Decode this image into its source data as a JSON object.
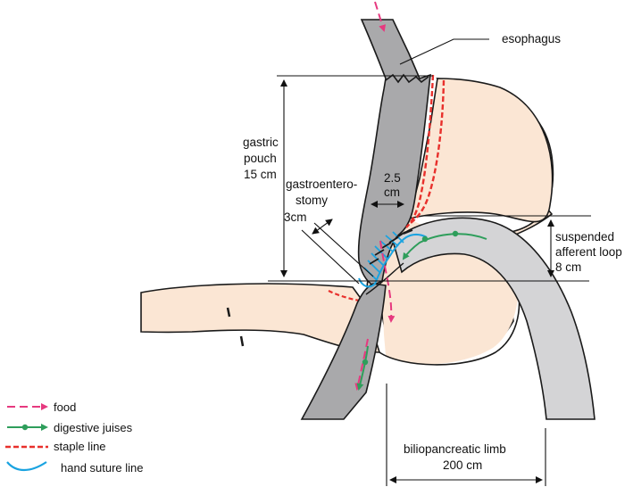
{
  "labels": {
    "esophagus": "esophagus",
    "gastric_pouch": [
      "gastric",
      "pouch",
      "15 cm"
    ],
    "gastroenterostomy": [
      "gastroentero-",
      "stomy",
      "3cm"
    ],
    "pouch_width": [
      "2.5",
      "cm"
    ],
    "afferent_loop": [
      "suspended",
      "afferent loop",
      "8 cm"
    ],
    "biliopancreatic_limb": [
      "biliopancreatic limb",
      "200 cm"
    ]
  },
  "legend": [
    {
      "key": "food",
      "label": "food",
      "color": "#e6397f",
      "style": "dashed-arrow"
    },
    {
      "key": "digestive",
      "label": "digestive juises",
      "color": "#2e9e5b",
      "style": "dot-arrow"
    },
    {
      "key": "staple",
      "label": "staple line",
      "color": "#e8302c",
      "style": "staple"
    },
    {
      "key": "suture",
      "label": "hand suture line",
      "color": "#1aa3e0",
      "style": "wave"
    }
  ],
  "colors": {
    "stomach_fill": "#fbe6d4",
    "pouch_fill": "#a9a9ab",
    "limb_fill": "#d4d4d6",
    "outline": "#1a1a1a"
  }
}
